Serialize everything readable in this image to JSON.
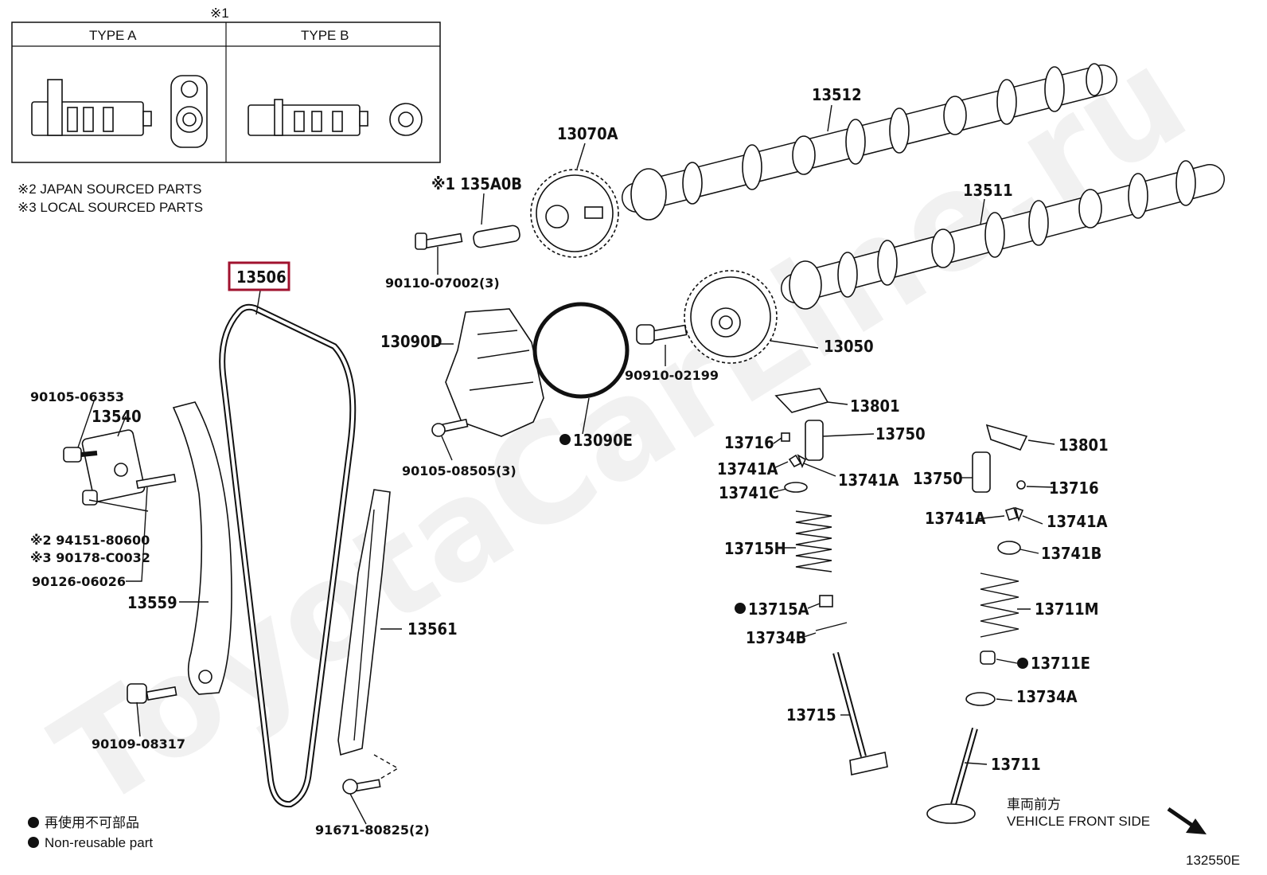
{
  "legend_box": {
    "top_marker": "※1",
    "type_a": "TYPE A",
    "type_b": "TYPE B"
  },
  "notes": {
    "japan": "※2 JAPAN SOURCED PARTS",
    "local": "※3 LOCAL SOURCED PARTS"
  },
  "labels": {
    "p13506": "13506",
    "p13512": "13512",
    "p13070A": "13070A",
    "p135A0B": "※1 135A0B",
    "p90110": "90110-07002(3)",
    "p13511": "13511",
    "p13090D": "13090D",
    "p90910": "90910-02199",
    "p13050": "13050",
    "p90105_06353": "90105-06353",
    "p13540": "13540",
    "p13090E": "13090E",
    "p90105_08505": "90105-08505(3)",
    "p13801_a": "13801",
    "p13750_a": "13750",
    "p13716_a": "13716",
    "p13741A_a": "13741A",
    "p13741A_b": "13741A",
    "p13741C": "13741C",
    "p13801_b": "13801",
    "p13750_b": "13750",
    "p13716_b": "13716",
    "p13741A_c": "13741A",
    "p13741A_d": "13741A",
    "p13741B": "13741B",
    "p94151": "※2 94151-80600",
    "p90178": "※3 90178-C0032",
    "p90126": "90126-06026",
    "p13559": "13559",
    "p13561": "13561",
    "p13715H": "13715H",
    "p13715A": "13715A",
    "p13734B": "13734B",
    "p13711M": "13711M",
    "p13711E": "13711E",
    "p13734A": "13734A",
    "p13715": "13715",
    "p13711": "13711",
    "p90109": "90109-08317",
    "p91671": "91671-80825(2)"
  },
  "footer": {
    "nonreusable_jp": "再使用不可部品",
    "nonreusable_en": "Non-reusable part",
    "front_jp": "車両前方",
    "front_en": "VEHICLE FRONT SIDE",
    "diagram_code": "132550E"
  },
  "watermark": "ToyotaCarLine.ru",
  "colors": {
    "highlight": "#a0122e",
    "ink": "#111111"
  }
}
